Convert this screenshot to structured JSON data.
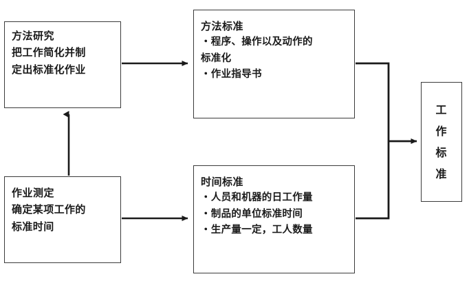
{
  "diagram": {
    "type": "flowchart",
    "orientation": "left-to-right",
    "background_color": "#ffffff",
    "line_color": "#1a1a1a",
    "border_color": "#3a3a3a",
    "nodes": [
      {
        "id": "method-study",
        "title": "方法研究",
        "lines": [
          "把工作简化并制",
          "定出标准化作业"
        ],
        "bullets": []
      },
      {
        "id": "work-measurement",
        "title": "作业测定",
        "lines": [
          "确定某项工作的",
          "标准时间"
        ],
        "bullets": []
      },
      {
        "id": "method-standard",
        "title": "方法标准",
        "lines": [],
        "bullets": [
          "・程序、操作以及动作的",
          "标准化",
          "・作业指导书"
        ]
      },
      {
        "id": "time-standard",
        "title": "时间标准",
        "lines": [],
        "bullets": [
          "・人员和机器的日工作量",
          "・制品的单位标准时间",
          "・生产量一定，工人数量"
        ]
      },
      {
        "id": "work-standard",
        "title": "工作标准",
        "vertical_chars": [
          "工",
          "作",
          "标",
          "准"
        ]
      }
    ],
    "edges": [
      {
        "from": "method-study",
        "to": "method-standard",
        "style": "arrow"
      },
      {
        "from": "work-measurement",
        "to": "method-study",
        "style": "arrow"
      },
      {
        "from": "work-measurement",
        "to": "time-standard",
        "style": "arrow"
      },
      {
        "from": "method-standard",
        "to": "work-standard",
        "style": "arrow-merge"
      },
      {
        "from": "time-standard",
        "to": "work-standard",
        "style": "arrow-merge"
      }
    ]
  }
}
